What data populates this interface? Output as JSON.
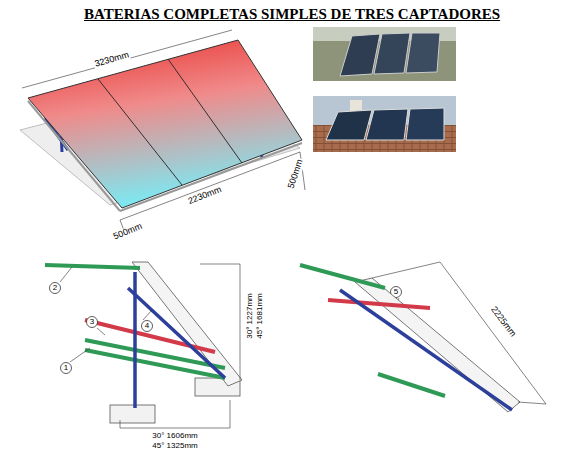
{
  "diagram": {
    "title": "BATERIAS COMPLETAS SIMPLES DE TRES CAPTADORES",
    "labels": [
      "3230mm",
      "500mm",
      "2230mm",
      "500mm",
      "2",
      "3",
      "4",
      "1",
      "30° 1227mm",
      "45° 1681mm",
      "30° 1606mm",
      "45° 1325mm",
      "5",
      "2225mm"
    ]
  }
}
